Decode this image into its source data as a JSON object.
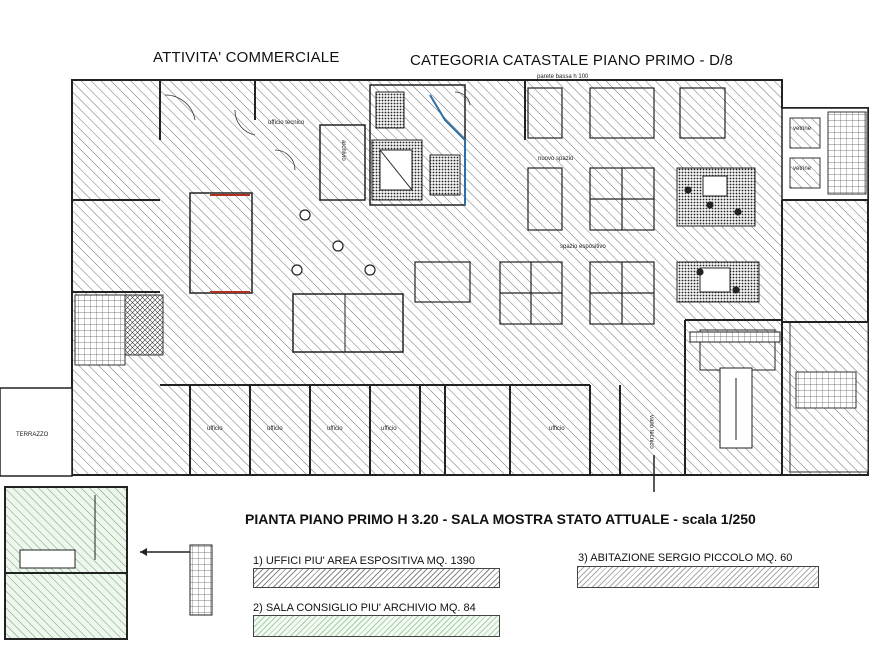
{
  "header": {
    "left_title": "ATTIVITA' COMMERCIALE",
    "right_title": "CATEGORIA CATASTALE PIANO PRIMO - D/8"
  },
  "plan": {
    "top_note": "parete bassa h 100",
    "room_labels": {
      "ufficio_tecnico": "ufficio tecnico",
      "archivio": "archivio",
      "nuovo_spazio": "nuovo spazio",
      "terrazzo": "TERRAZZO",
      "ufficio_1": "ufficio",
      "ufficio_2": "ufficio",
      "ufficio_3": "ufficio",
      "ufficio_4": "ufficio",
      "ufficio_5": "ufficio",
      "vetrine_1": "vetrine",
      "vetrine_2": "vetrine",
      "spazio_expo": "spazio espositivo",
      "vano_tecnico": "vano tecnico"
    }
  },
  "caption": {
    "main": "PIANTA PIANO PRIMO  H 3.20 - SALA MOSTRA STATO ATTUALE - scala 1/250"
  },
  "legend": {
    "items": [
      {
        "label": "1) UFFICI PIU' AREA ESPOSITIVA  MQ. 1390",
        "color": "#d9d9d9"
      },
      {
        "label": "2) SALA CONSIGLIO PIU' ARCHIVIO MQ. 84",
        "color": "#d8ecd8"
      },
      {
        "label": "3) ABITAZIONE SERGIO PICCOLO  MQ. 60",
        "color": "#e8e8e8"
      }
    ]
  },
  "colors": {
    "hatch_gray": "#c8c8c8",
    "hatch_green": "#cfe6cf",
    "wall": "#222222",
    "accent_blue": "#2a6fa8",
    "accent_red": "#b03020"
  }
}
